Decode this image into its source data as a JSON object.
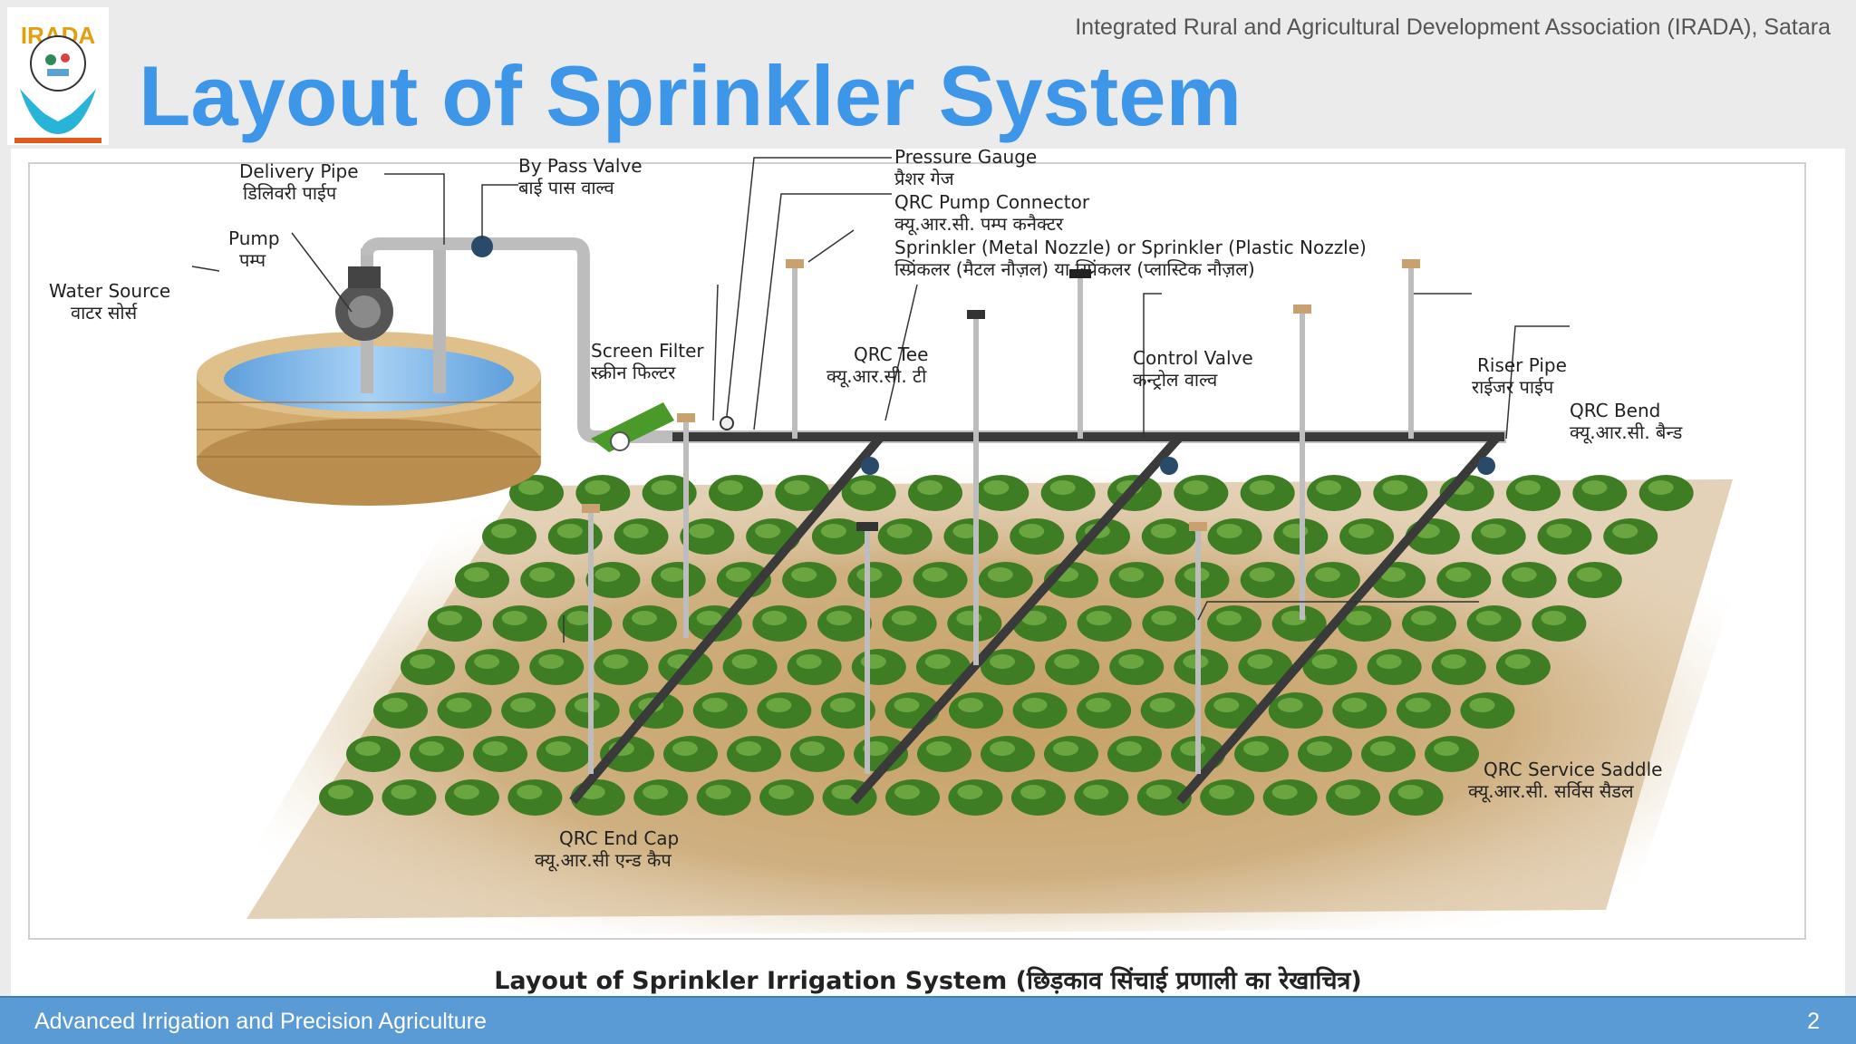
{
  "header": {
    "organization": "Integrated Rural and Agricultural Development Association (IRADA), Satara",
    "title": "Layout of Sprinkler System",
    "logo_text": "IRADA"
  },
  "diagram": {
    "labels": {
      "delivery_pipe": {
        "en": "Delivery Pipe",
        "hi": "डिलिवरी पाईप"
      },
      "by_pass_valve": {
        "en": "By Pass Valve",
        "hi": "बाई पास वाल्व"
      },
      "pressure_gauge": {
        "en": "Pressure Gauge",
        "hi": "प्रैशर गेज"
      },
      "qrc_pump_connector": {
        "en": "QRC Pump Connector",
        "hi": "क्यू.आर.सी. पम्प कनैक्टर"
      },
      "sprinkler": {
        "en": "Sprinkler (Metal Nozzle) or Sprinkler (Plastic Nozzle)",
        "hi": "स्प्रिंकलर (मैटल नौज़ल) या स्प्रिंकलर (प्लास्टिक नौज़ल)"
      },
      "pump": {
        "en": "Pump",
        "hi": "पम्प"
      },
      "water_source": {
        "en": "Water Source",
        "hi": "वाटर सोर्स"
      },
      "screen_filter": {
        "en": "Screen Filter",
        "hi": "स्क्रीन फिल्टर"
      },
      "qrc_tee": {
        "en": "QRC Tee",
        "hi": "क्यू.आर.सी. टी"
      },
      "control_valve": {
        "en": "Control Valve",
        "hi": "कन्ट्रोल वाल्व"
      },
      "riser_pipe": {
        "en": "Riser Pipe",
        "hi": "राईजर पाईप"
      },
      "qrc_bend": {
        "en": "QRC Bend",
        "hi": "क्यू.आर.सी. बैन्ड"
      },
      "qrc_service_saddle": {
        "en": "QRC Service Saddle",
        "hi": "क्यू.आर.सी. सर्विस सैडल"
      },
      "qrc_end_cap": {
        "en": "QRC End Cap",
        "hi": "क्यू.आर.सी एन्ड कैप"
      }
    },
    "caption": "Layout of Sprinkler Irrigation System (छिड़काव सिंचाई प्रणाली का रेखाचित्र)"
  },
  "footer": {
    "course": "Advanced Irrigation and Precision Agriculture",
    "page_number": "2"
  },
  "colors": {
    "title": "#3d96e8",
    "footer": "#5b9bd5",
    "plant": "#3f7d24",
    "soil": "#c8a870",
    "water": "#7fb8ea",
    "pipe": "#3a3a3a"
  }
}
